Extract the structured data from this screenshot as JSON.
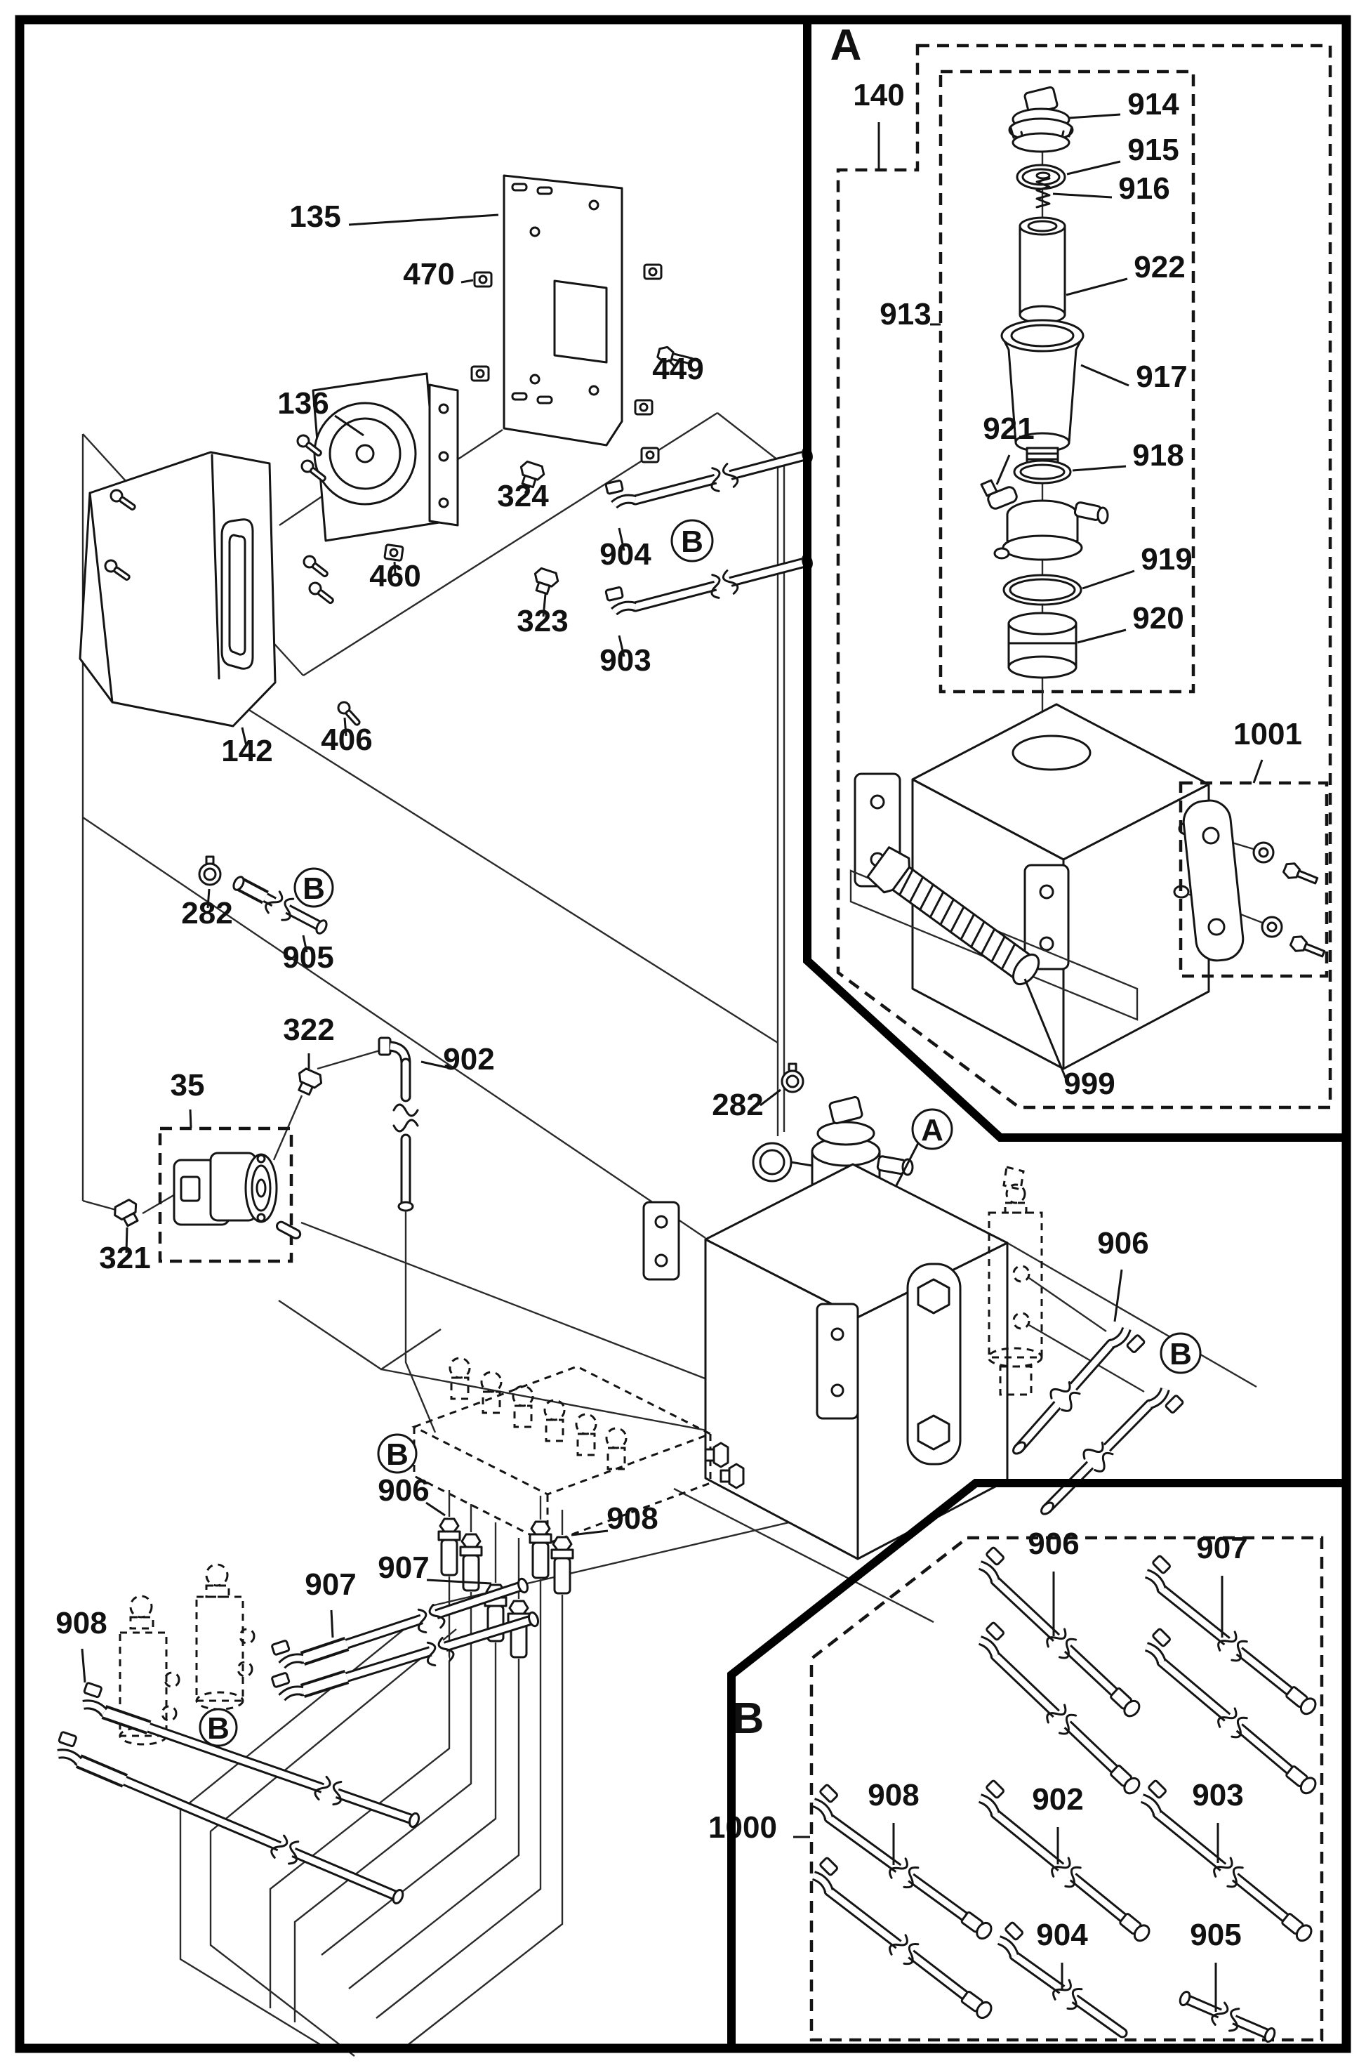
{
  "figure": {
    "type": "exploded-parts-diagram",
    "description": "Hydraulic system exploded parts diagram with detail views A (tank / filter assembly) and B (hose kit)",
    "ink": "#141414",
    "background": "#ffffff"
  },
  "sections": {
    "a": "A",
    "b": "B"
  },
  "labels": {
    "35": "35",
    "135": "135",
    "136": "136",
    "140": "140",
    "142": "142",
    "282": "282",
    "321": "321",
    "322": "322",
    "323": "323",
    "324": "324",
    "406": "406",
    "449": "449",
    "460": "460",
    "470": "470",
    "902": "902",
    "903": "903",
    "904": "904",
    "905": "905",
    "906": "906",
    "907": "907",
    "908": "908",
    "913": "913",
    "914": "914",
    "915": "915",
    "916": "916",
    "917": "917",
    "918": "918",
    "919": "919",
    "920": "920",
    "921": "921",
    "922": "922",
    "999": "999",
    "1000": "1000",
    "1001": "1001"
  },
  "areas": {
    "cooler_group": [
      "135",
      "470",
      "449",
      "136",
      "324",
      "904",
      "323",
      "903",
      "460",
      "406",
      "142"
    ],
    "pump_group": [
      "282",
      "905",
      "322",
      "35",
      "902",
      "321"
    ],
    "tank_group": [
      "282",
      "906"
    ],
    "valve_group": [
      "906",
      "907",
      "908"
    ],
    "cylinder_group": [
      "907",
      "908"
    ],
    "detail_a": [
      "140",
      "913",
      "914",
      "915",
      "916",
      "922",
      "917",
      "921",
      "918",
      "919",
      "920",
      "1001",
      "999"
    ],
    "detail_b": [
      "1000",
      "906",
      "907",
      "908",
      "902",
      "903",
      "904",
      "905"
    ]
  }
}
